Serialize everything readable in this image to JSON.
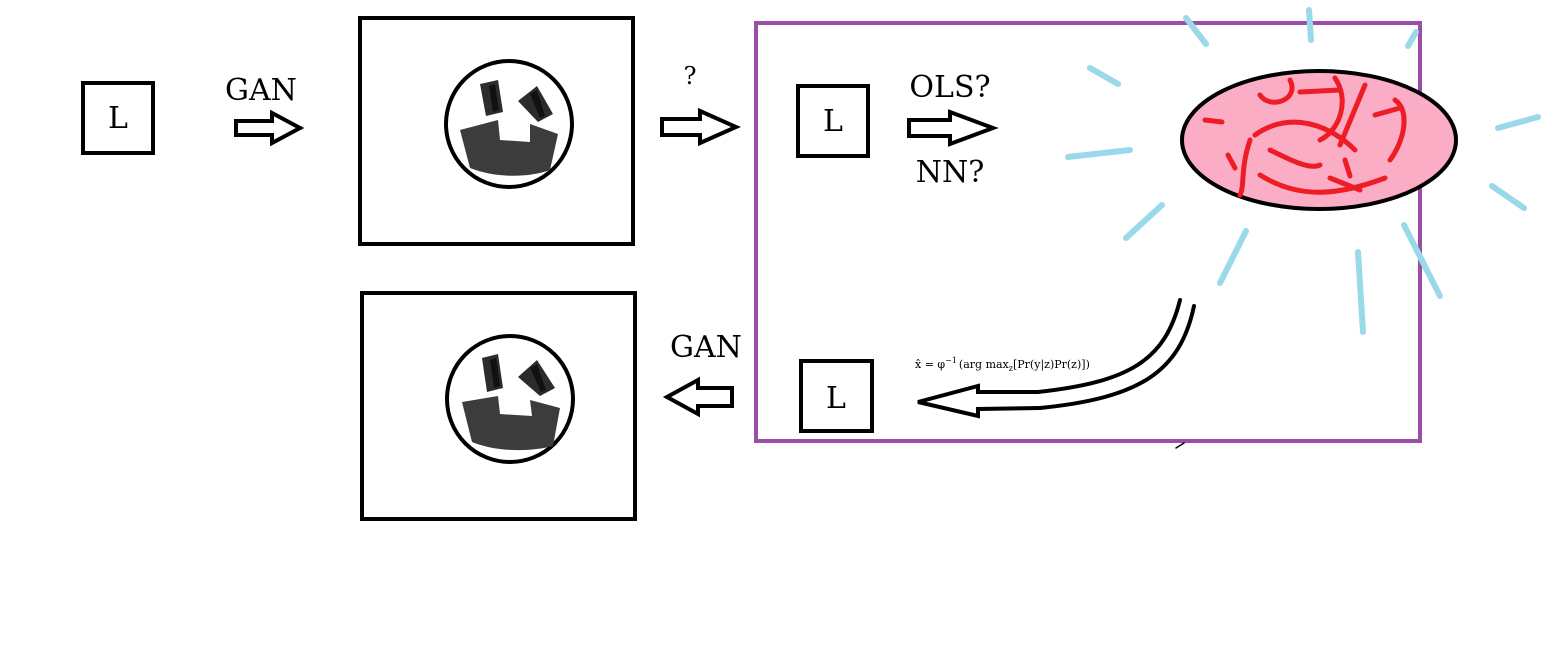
{
  "labels": {
    "latent_symbol": "L",
    "gan_forward": "GAN",
    "gan_backward": "GAN",
    "question": "?",
    "ols": "OLS?",
    "nn": "NN?"
  },
  "formula": {
    "lhs": "x̂ = φ",
    "superscript": "−1",
    "body": "(arg max",
    "subscript": "z",
    "rest": "[Pr(y|z)Pr(z)])"
  },
  "colors": {
    "stroke": "#000000",
    "group_frame": "#9b4ea8",
    "blob_fill": "#fbadc6",
    "blob_scribble": "#ee1c25",
    "rays": "#99d9ea",
    "face_dark": "#3c3c3c"
  },
  "icons": [
    "smiley-face-icon",
    "arrow-right-icon",
    "arrow-left-icon",
    "curved-arrow-icon",
    "latent-space-blob-icon"
  ]
}
